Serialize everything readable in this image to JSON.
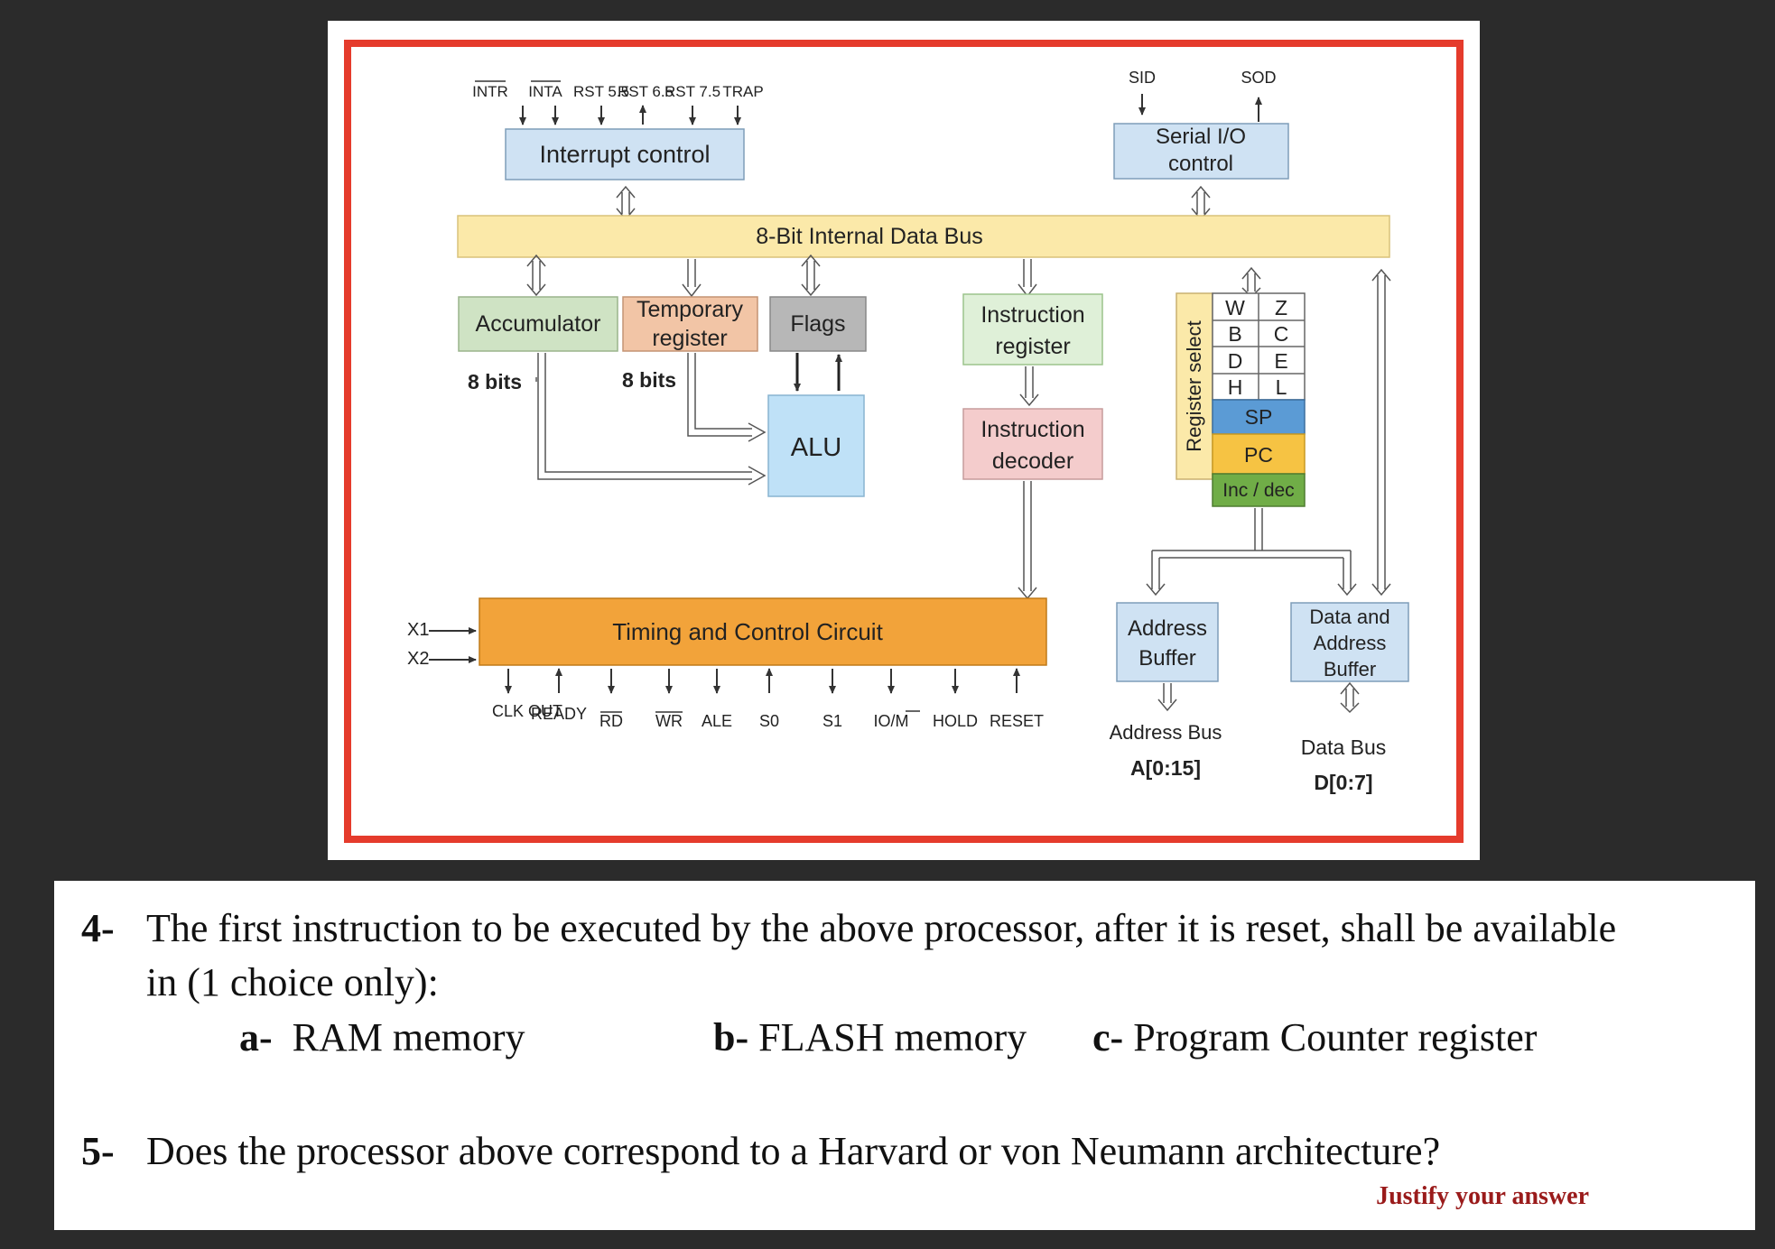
{
  "diagram": {
    "interrupt_pins": [
      "INTR",
      "INTA",
      "RST 5.5",
      "RST 6.5",
      "RST 7.5",
      "TRAP"
    ],
    "interrupt_control": "Interrupt control",
    "serial_pins": [
      "SID",
      "SOD"
    ],
    "serial_io": [
      "Serial I/O",
      "control"
    ],
    "internal_bus": "8-Bit Internal Data Bus",
    "accumulator": "Accumulator",
    "temp_register": [
      "Temporary",
      "register"
    ],
    "flags": "Flags",
    "alu": "ALU",
    "bits_acc": "8 bits",
    "bits_temp": "8 bits",
    "instruction_register": [
      "Instruction",
      "register"
    ],
    "instruction_decoder": [
      "Instruction",
      "decoder"
    ],
    "register_select": "Register select",
    "register_rows": [
      [
        "W",
        "Z"
      ],
      [
        "B",
        "C"
      ],
      [
        "D",
        "E"
      ],
      [
        "H",
        "L"
      ]
    ],
    "sp": "SP",
    "pc": "PC",
    "inc_dec": "Inc / dec",
    "timing_control": "Timing and Control Circuit",
    "clock_inputs": [
      "X1",
      "X2"
    ],
    "control_pins": [
      "CLK OUT",
      "READY",
      "RD",
      "WR",
      "ALE",
      "S0",
      "S1",
      "IO/M",
      "HOLD",
      "RESET"
    ],
    "address_buffer": [
      "Address",
      "Buffer"
    ],
    "data_address_buffer": [
      "Data and",
      "Address",
      "Buffer"
    ],
    "address_bus": "Address Bus",
    "address_bus_range": "A[0:15]",
    "data_bus": "Data Bus",
    "data_bus_range": "D[0:7]",
    "colors": {
      "frame": "#e53b2c",
      "bus": "#fbe9a9",
      "blue_box": "#cfe2f3",
      "accumulator": "#cfe3c4",
      "temp_register": "#f2c5a6",
      "flags": "#b7b7b7",
      "alu": "#bfe1f7",
      "instruction_register": "#dff0d8",
      "instruction_decoder": "#f4cccc",
      "register_select": "#fbe9a9",
      "sp": "#5b9bd5",
      "pc": "#f6c343",
      "inc_dec": "#70ad47",
      "timing": "#f2a33a"
    }
  },
  "questions": {
    "q4": {
      "number": "4-",
      "text_line1": "The first instruction to be executed by the above processor, after it is reset, shall be available",
      "text_line2": "in (1 choice only):",
      "choice_a_letter": "a-",
      "choice_a": "RAM memory",
      "choice_b_letter": "b-",
      "choice_b": "FLASH memory",
      "choice_c_letter": "c-",
      "choice_c": "Program Counter register"
    },
    "q5": {
      "number": "5-",
      "text": "Does the processor above correspond to a Harvard or von Neumann architecture?",
      "hint": "Justify your answer"
    }
  }
}
